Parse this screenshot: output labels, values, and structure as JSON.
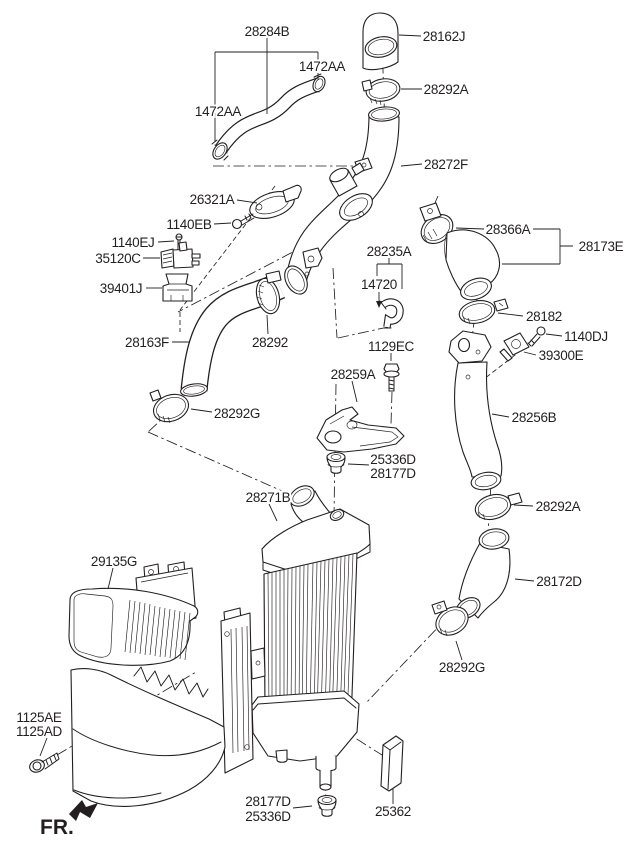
{
  "page": {
    "background": "#ffffff",
    "line_color": "#231f20"
  },
  "fr_indicator": {
    "label": "FR."
  },
  "part_labels": {
    "hose_28284B": "28284B",
    "clamp_1472AA_left": "1472AA",
    "clamp_1472AA_right": "1472AA",
    "duct_28162J": "28162J",
    "clamp_28292A_top": "28292A",
    "pipe_28272F": "28272F",
    "sensor_26321A": "26321A",
    "bolt_1140EB": "1140EB",
    "screw_1140EJ": "1140EJ",
    "valve_35120C": "35120C",
    "bracket_39401J": "39401J",
    "hose_28163F": "28163F",
    "clamp_28292": "28292",
    "clamp_28292G_left": "28292G",
    "assy_28235A": "28235A",
    "hose_14720": "14720",
    "clamp_28366A": "28366A",
    "hose_28173E": "28173E",
    "clamp_28182": "28182",
    "bolt_1140DJ": "1140DJ",
    "holder_39300E": "39300E",
    "bolt_1129EC": "1129EC",
    "bracket_28259A": "28259A",
    "grommet_25336D_mid": "25336D",
    "insulator_28177D_mid": "28177D",
    "hose_28256B": "28256B",
    "clamp_28292A_right": "28292A",
    "hose_28172D": "28172D",
    "clamp_28292G_right": "28292G",
    "intercooler_28271B": "28271B",
    "air_guard_29135G": "29135G",
    "bolt_1125AE": "1125AE",
    "bolt_1125AD": "1125AD",
    "insulator_28177D_bottom": "28177D",
    "grommet_25336D_bottom": "25336D",
    "pad_25362": "25362"
  }
}
